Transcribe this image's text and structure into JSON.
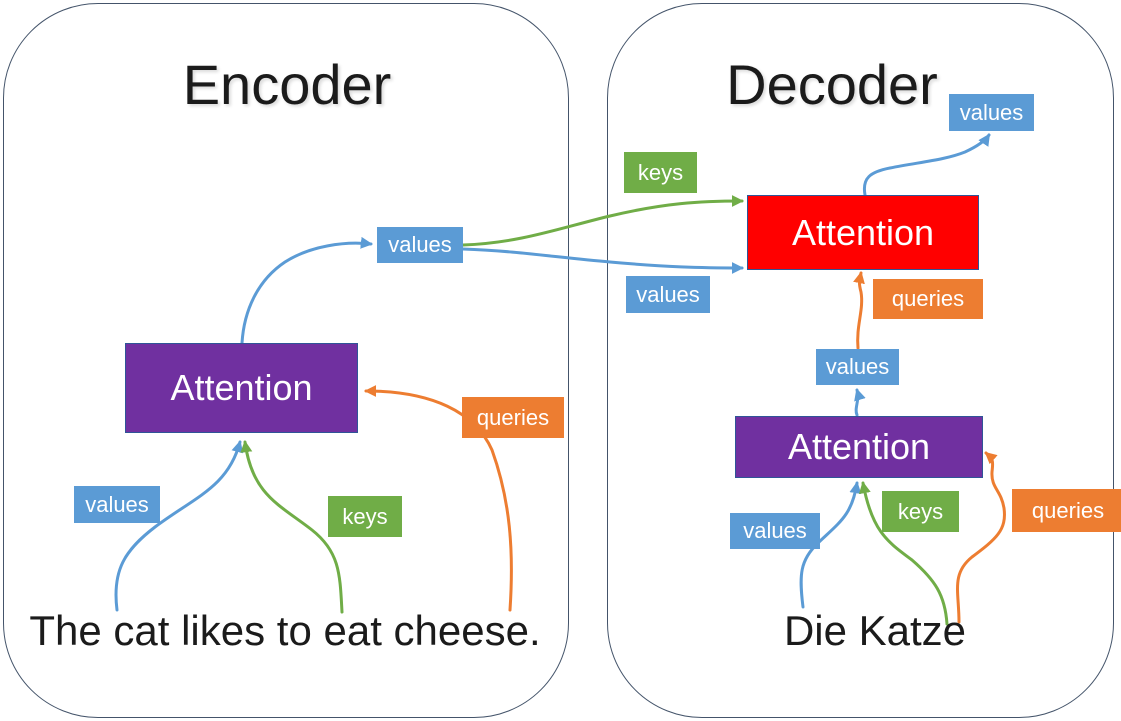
{
  "colors": {
    "values": "#5B9BD5",
    "keys": "#70AD47",
    "queries": "#ED7D31",
    "attention_purple": "#7030A0",
    "attention_red": "#FF0000",
    "box_border": "#2F5597",
    "frame_border": "#44546A",
    "text": "#1b1b1b"
  },
  "encoder": {
    "title": "Encoder",
    "attention": "Attention",
    "labels": {
      "values_mid": "values",
      "values_input": "values",
      "keys_input": "keys",
      "queries_input": "queries"
    },
    "sentence": "The cat likes to eat cheese."
  },
  "decoder": {
    "title": "Decoder",
    "cross_attention": "Attention",
    "self_attention": "Attention",
    "labels": {
      "values_output": "values",
      "keys_cross": "keys",
      "values_cross": "values",
      "queries_cross": "queries",
      "values_mid": "values",
      "values_input": "values",
      "keys_input": "keys",
      "queries_input": "queries"
    },
    "sentence": "Die Katze"
  }
}
